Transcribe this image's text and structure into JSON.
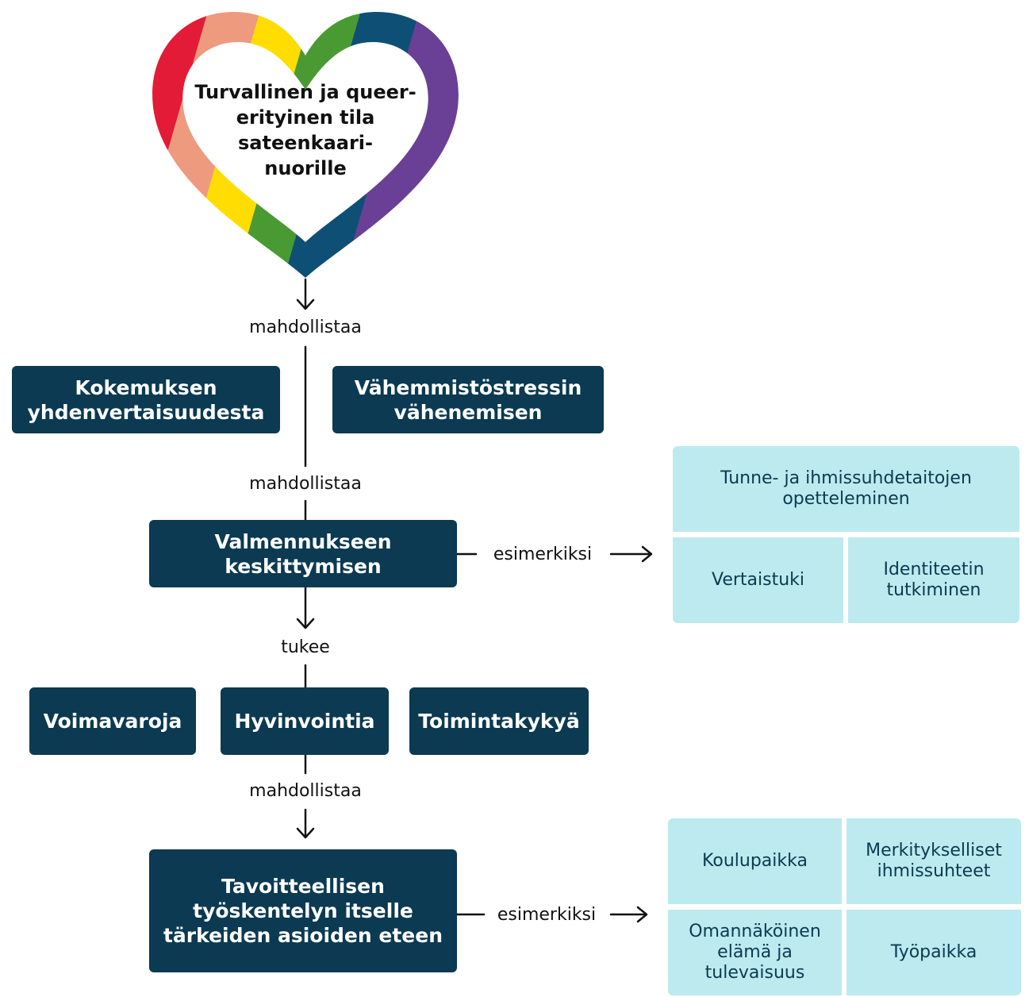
{
  "heart": {
    "text": "Turvallinen ja queer-\nerityinen tila\nsateenkaari-\nnuorille",
    "colors": [
      "#e31b37",
      "#ee9a7f",
      "#ffdd00",
      "#4a9a34",
      "#0e4f75",
      "#6a3f96"
    ]
  },
  "connectors": {
    "c1": "mahdollistaa",
    "c2": "mahdollistaa",
    "c3": "tukee",
    "c4": "mahdollistaa",
    "e1": "esimerkiksi",
    "e2": "esimerkiksi"
  },
  "boxes": {
    "kokemus": "Kokemuksen\nyhdenvertaisuudesta",
    "vahemmisto": "Vähemmistöstressin\nvähenemisen",
    "valmennus": "Valmennukseen\nkeskittymisen",
    "voimavaroja": "Voimavaroja",
    "hyvinvointia": "Hyvinvointia",
    "toimintakykya": "Toimintakykyä",
    "tavoitteellisen": "Tavoitteellisen\ntyöskentelyn itselle\ntärkeiden asioiden eteen"
  },
  "examples1": {
    "top": "Tunne- ja ihmissuhdetaitojen\nopetteleminen",
    "left": "Vertaistuki",
    "right": "Identiteetin\ntutkiminen"
  },
  "examples2": {
    "topleft": "Koulupaikka",
    "topright": "Merkitykselliset\nihmissuhteet",
    "bottomleft": "Omannäköinen\nelämä ja\ntulevaisuus",
    "bottomright": "Työpaikka"
  },
  "colors": {
    "navy": "#0b3a52",
    "lightcyan": "#bdeaee"
  }
}
